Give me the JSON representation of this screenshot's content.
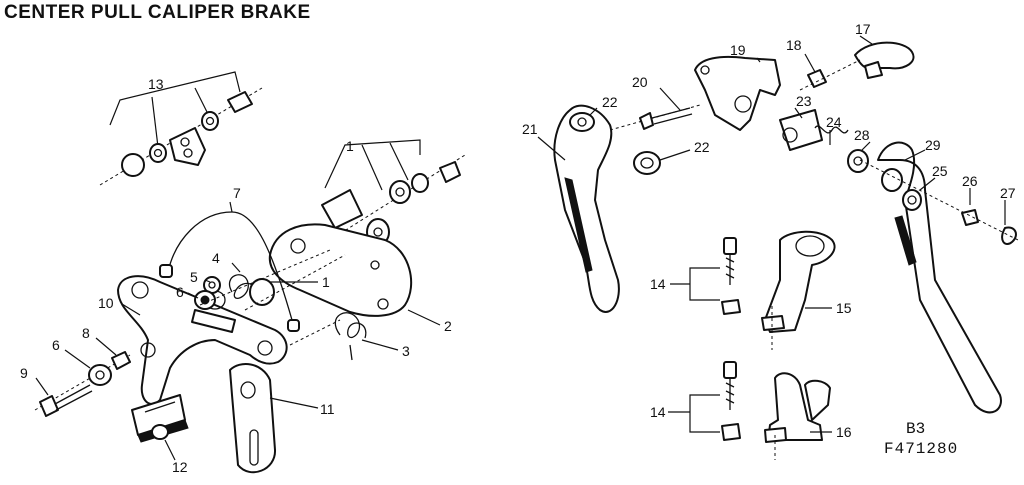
{
  "title": "CENTER PULL CALIPER BRAKE",
  "code_b3": "B3",
  "code_f": "F471280",
  "callouts": [
    {
      "id": "c13",
      "text": "13"
    },
    {
      "id": "c1a",
      "text": "1"
    },
    {
      "id": "c7",
      "text": "7"
    },
    {
      "id": "c4",
      "text": "4"
    },
    {
      "id": "c5",
      "text": "5"
    },
    {
      "id": "c6a",
      "text": "6"
    },
    {
      "id": "c1b",
      "text": "1"
    },
    {
      "id": "c10",
      "text": "10"
    },
    {
      "id": "c2",
      "text": "2"
    },
    {
      "id": "c8",
      "text": "8"
    },
    {
      "id": "c6b",
      "text": "6"
    },
    {
      "id": "c3",
      "text": "3"
    },
    {
      "id": "c9",
      "text": "9"
    },
    {
      "id": "c11",
      "text": "11"
    },
    {
      "id": "c12",
      "text": "12"
    },
    {
      "id": "c17",
      "text": "17"
    },
    {
      "id": "c18",
      "text": "18"
    },
    {
      "id": "c19",
      "text": "19"
    },
    {
      "id": "c20",
      "text": "20"
    },
    {
      "id": "c22a",
      "text": "22"
    },
    {
      "id": "c23",
      "text": "23"
    },
    {
      "id": "c21",
      "text": "21"
    },
    {
      "id": "c24",
      "text": "24"
    },
    {
      "id": "c28",
      "text": "28"
    },
    {
      "id": "c29",
      "text": "29"
    },
    {
      "id": "c22b",
      "text": "22"
    },
    {
      "id": "c25",
      "text": "25"
    },
    {
      "id": "c26",
      "text": "26"
    },
    {
      "id": "c27",
      "text": "27"
    },
    {
      "id": "c14a",
      "text": "14"
    },
    {
      "id": "c15",
      "text": "15"
    },
    {
      "id": "c14b",
      "text": "14"
    },
    {
      "id": "c16",
      "text": "16"
    }
  ]
}
